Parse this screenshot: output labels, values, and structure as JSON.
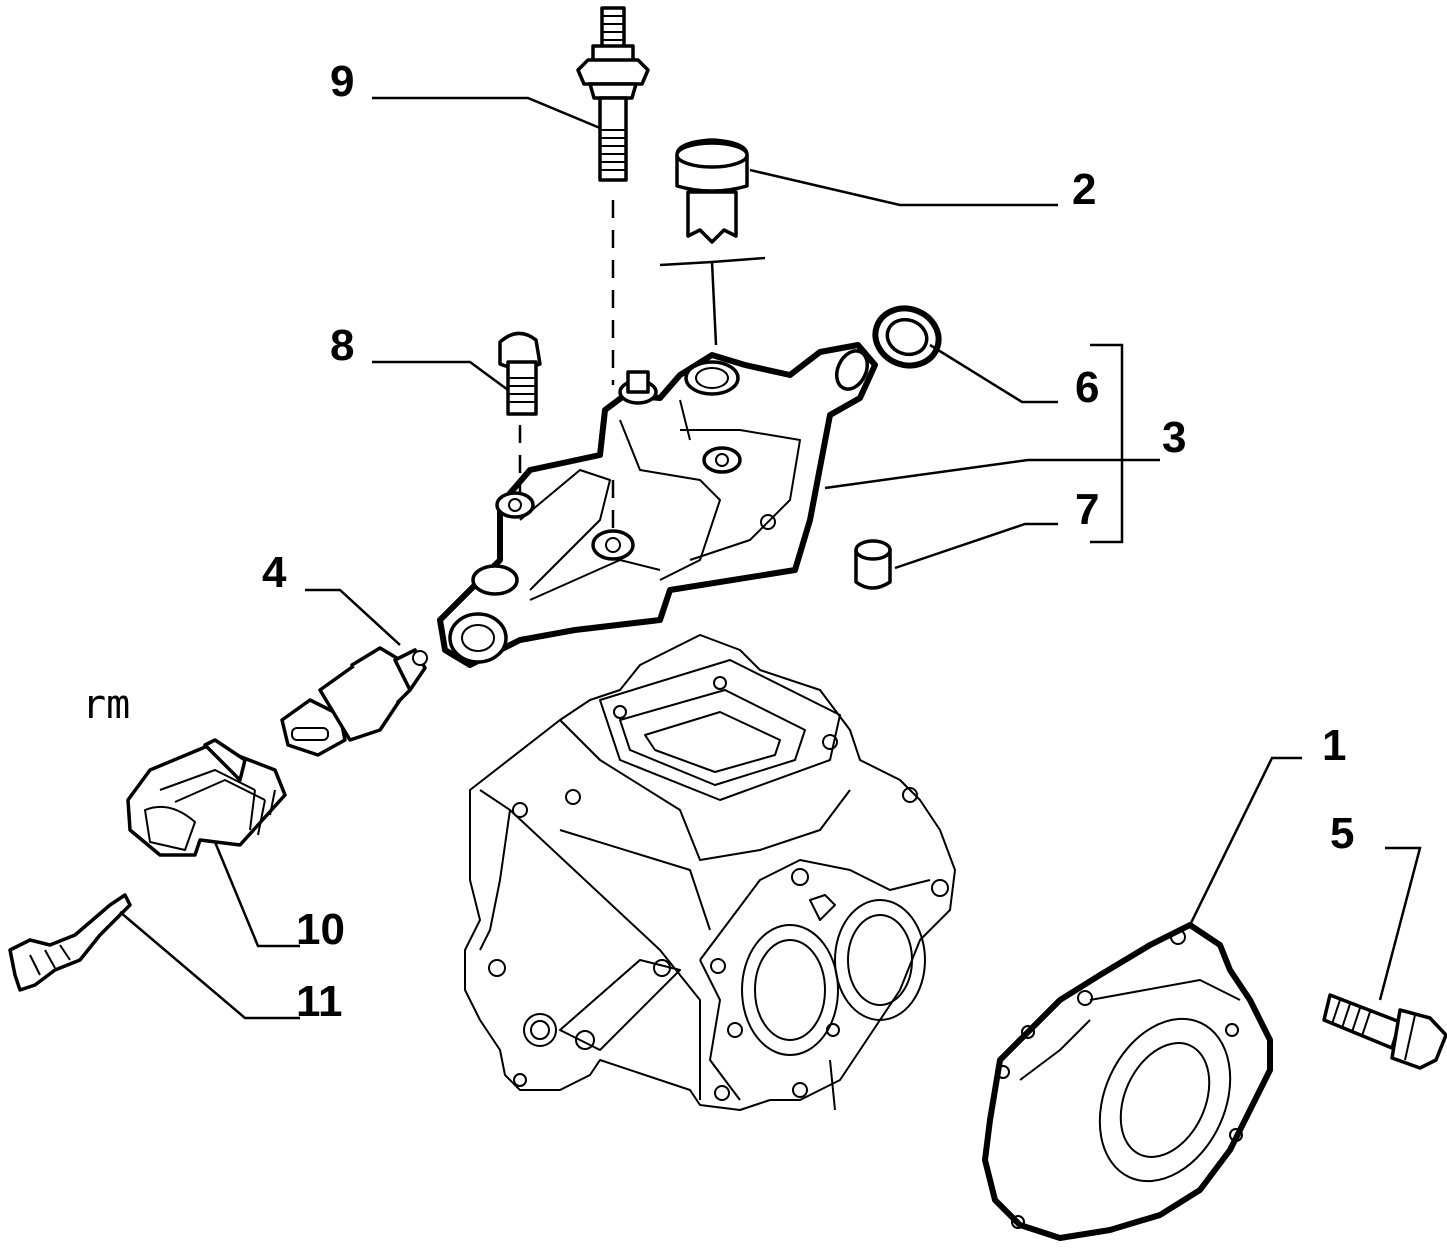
{
  "diagram": {
    "callouts": {
      "c1": "1",
      "c2": "2",
      "c3": "3",
      "c4": "4",
      "c5": "5",
      "c6": "6",
      "c7": "7",
      "c8": "8",
      "c9": "9",
      "c10": "10",
      "c11": "11"
    },
    "corner_note": "rm",
    "line_color": "#000000",
    "background": "#ffffff"
  }
}
